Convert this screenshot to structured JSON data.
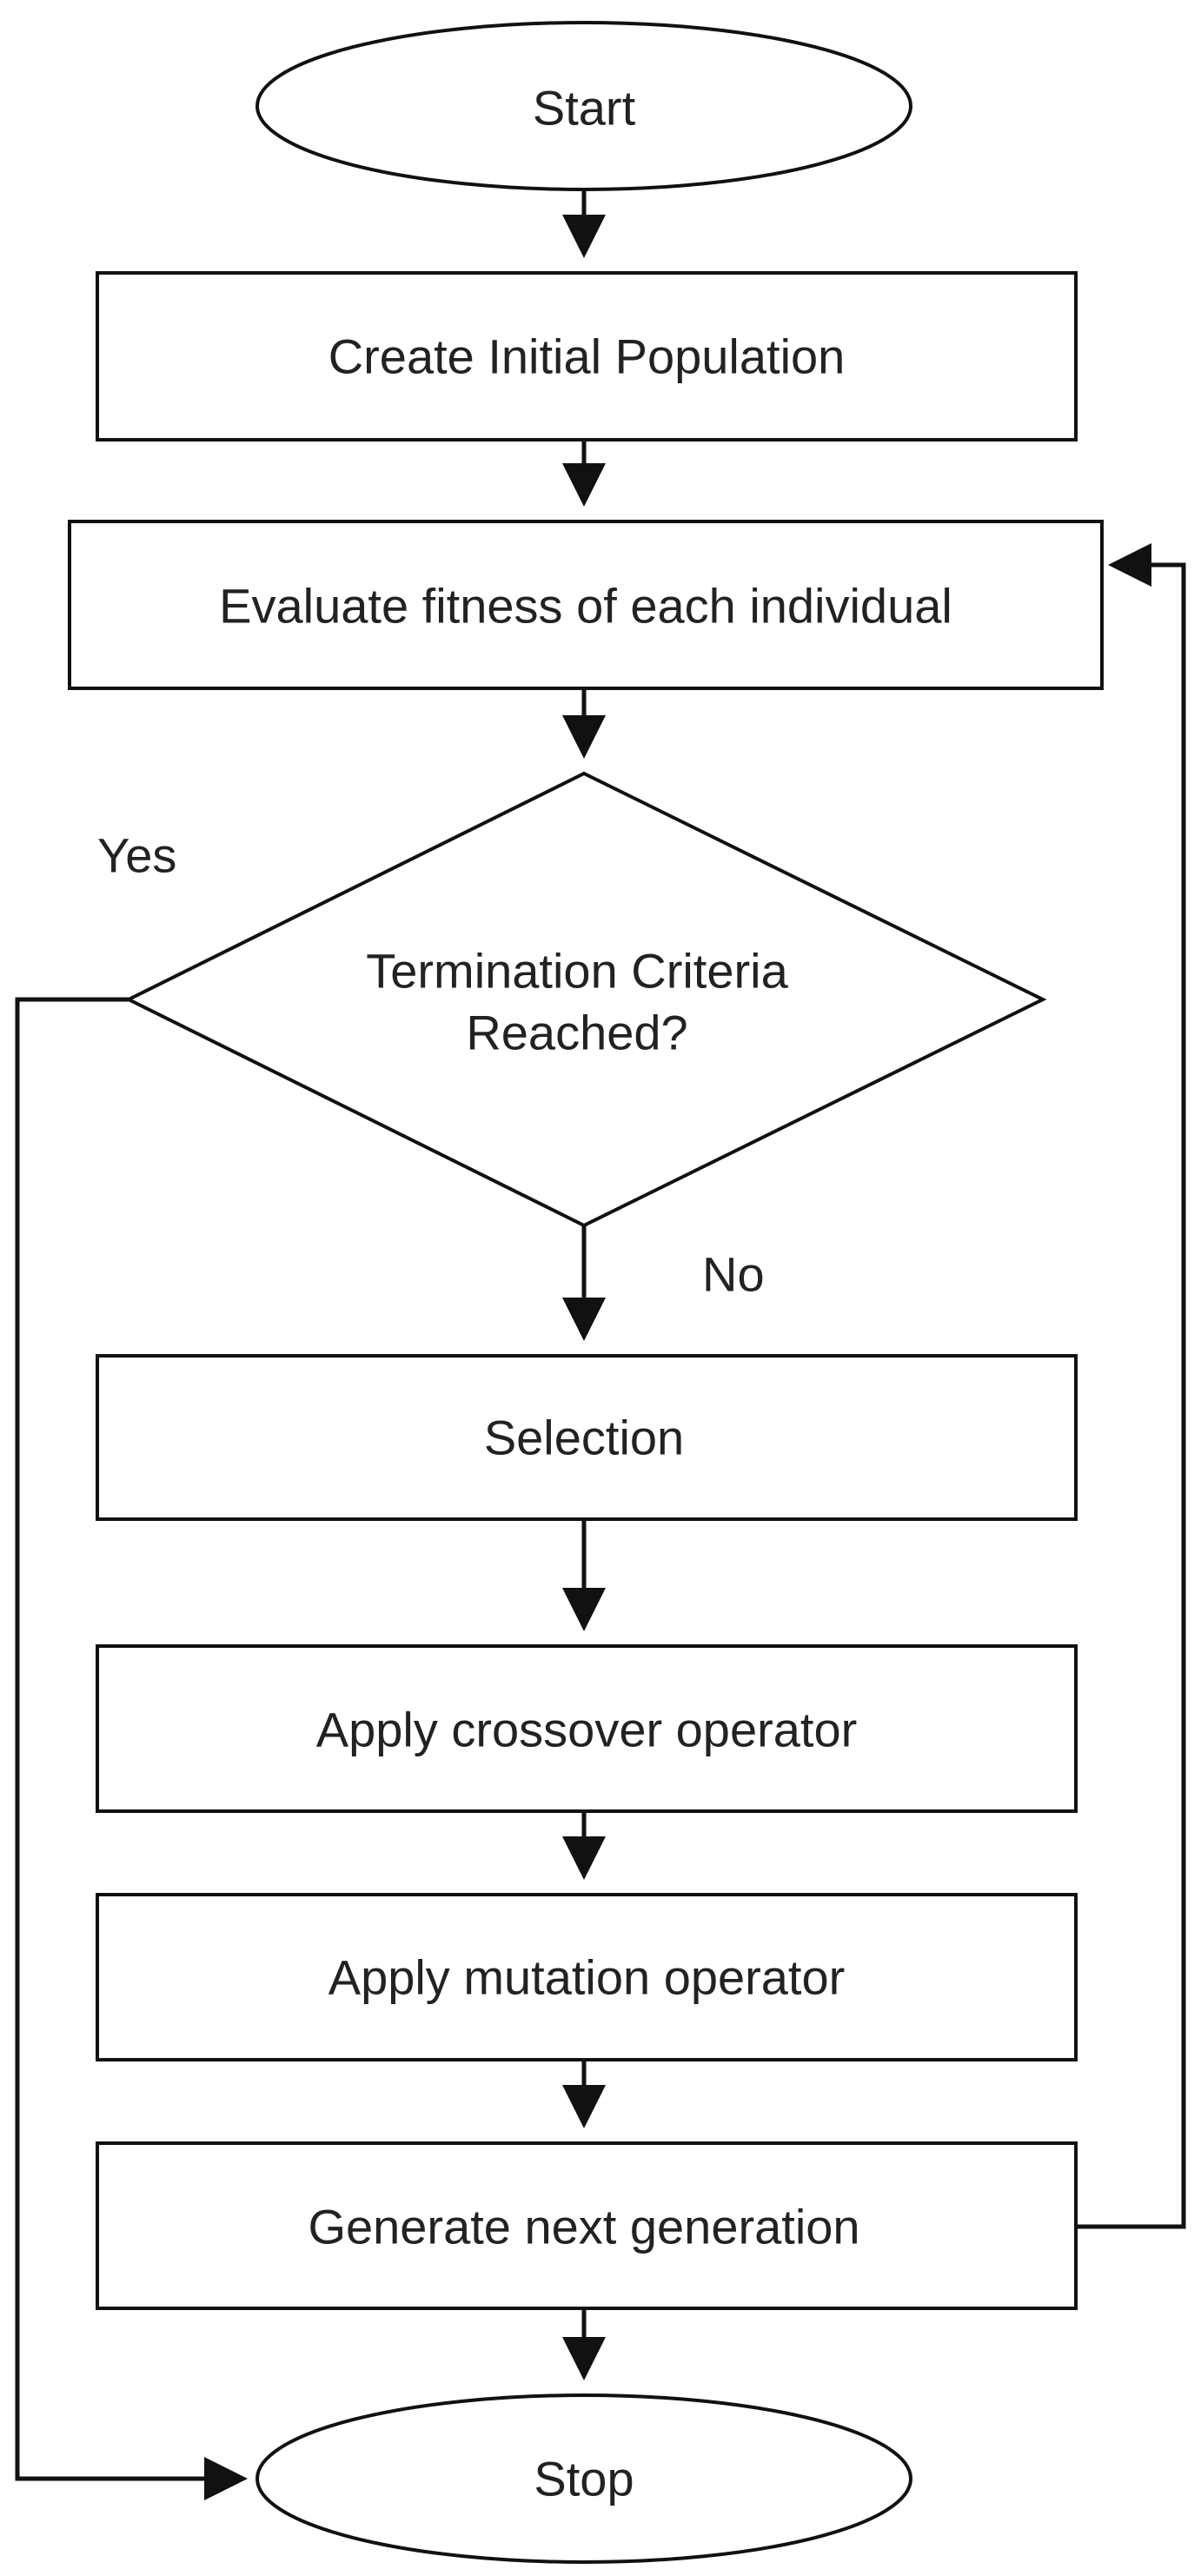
{
  "flowchart": {
    "start": "Start",
    "create_population": "Create Initial Population",
    "evaluate_fitness": "Evaluate fitness of each individual",
    "decision_line1": "Termination Criteria",
    "decision_line2": "Reached?",
    "yes_label": "Yes",
    "no_label": "No",
    "selection": "Selection",
    "crossover": "Apply crossover operator",
    "mutation": "Apply mutation operator",
    "next_generation": "Generate next generation",
    "stop": "Stop"
  }
}
